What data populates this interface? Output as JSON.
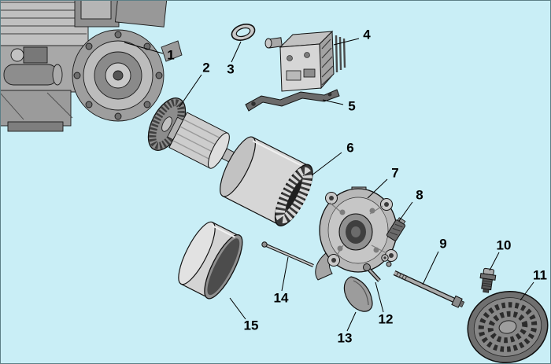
{
  "diagram": {
    "type": "exploded-parts-diagram",
    "subject": "engine generator alternator assembly",
    "background_color": "#c9eef6",
    "frame_color": "#5c7f86",
    "callouts": [
      {
        "label": "1",
        "part": "engine-assembly"
      },
      {
        "label": "2",
        "part": "rotor-armature-with-fan"
      },
      {
        "label": "3",
        "part": "gasket-ring"
      },
      {
        "label": "4",
        "part": "regulator-block"
      },
      {
        "label": "5",
        "part": "bracket-strip"
      },
      {
        "label": "6",
        "part": "stator-core"
      },
      {
        "label": "7",
        "part": "end-bracket-housing"
      },
      {
        "label": "8",
        "part": "brush-holder"
      },
      {
        "label": "9",
        "part": "through-bolt"
      },
      {
        "label": "10",
        "part": "plug"
      },
      {
        "label": "11",
        "part": "end-cover-grille"
      },
      {
        "label": "12",
        "part": "screw-with-washers"
      },
      {
        "label": "13",
        "part": "cover-segment"
      },
      {
        "label": "14",
        "part": "pin-rod"
      },
      {
        "label": "15",
        "part": "sleeve-band"
      }
    ]
  }
}
